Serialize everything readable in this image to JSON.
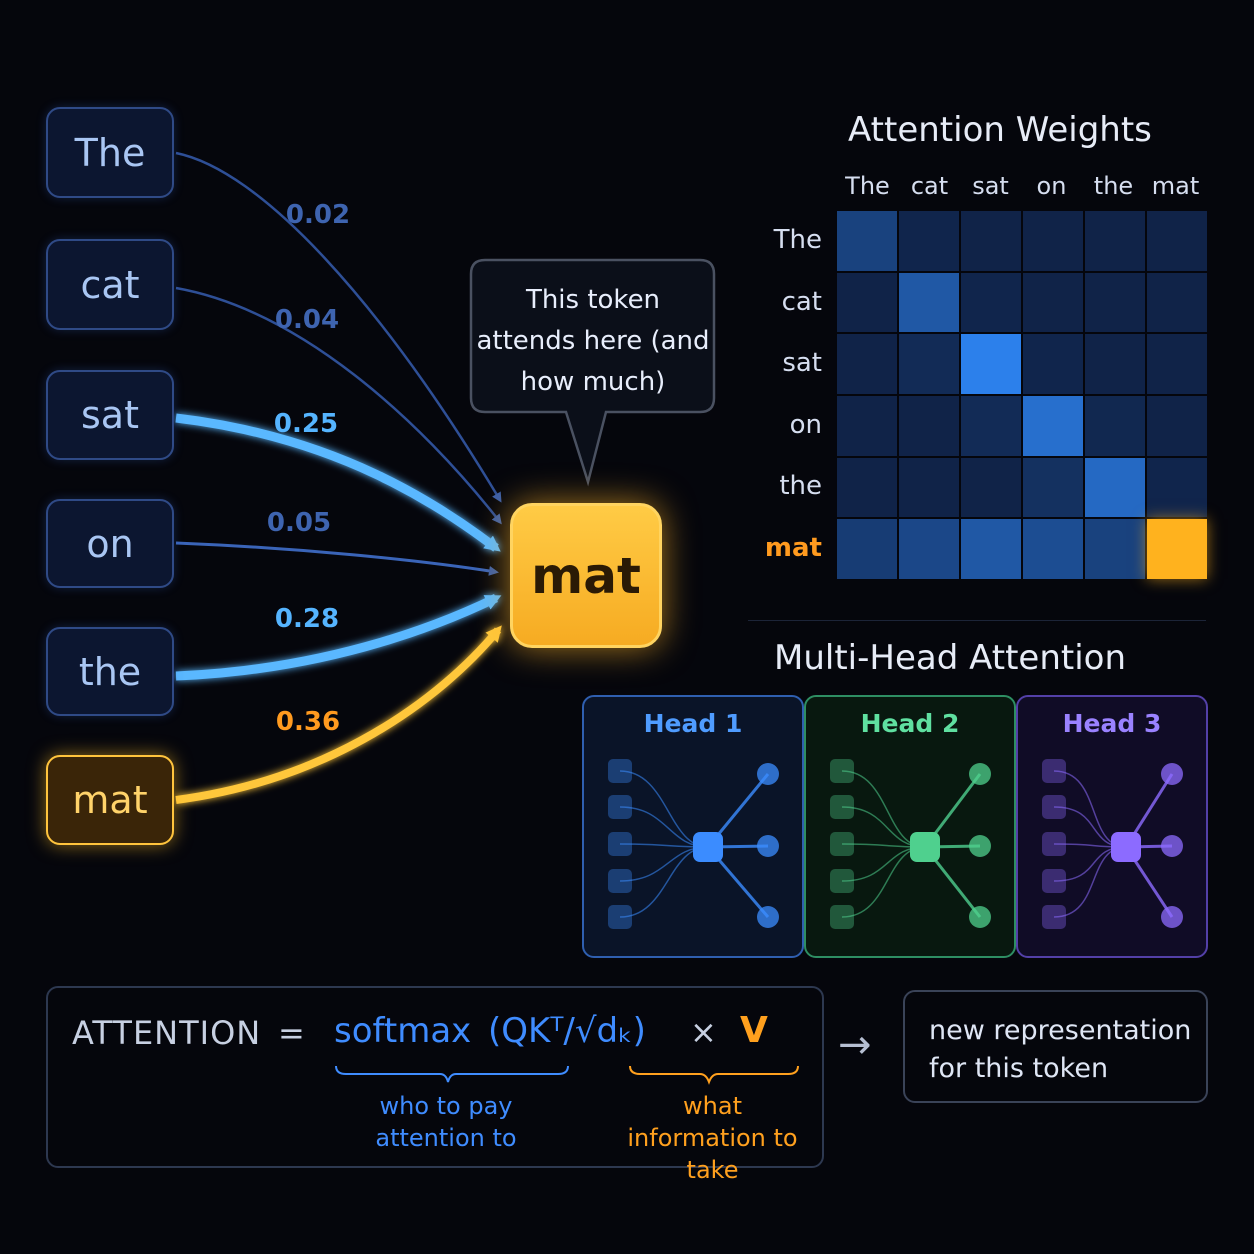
{
  "tokens": [
    {
      "word": "The",
      "weight": "0.02"
    },
    {
      "word": "cat",
      "weight": "0.04"
    },
    {
      "word": "sat",
      "weight": "0.25"
    },
    {
      "word": "on",
      "weight": "0.05"
    },
    {
      "word": "the",
      "weight": "0.28"
    },
    {
      "word": "mat",
      "weight": "0.36"
    }
  ],
  "focus_token": "mat",
  "callout": "This token attends here (and how much)",
  "heatmap": {
    "title": "Attention Weights",
    "columns": [
      "The",
      "cat",
      "sat",
      "on",
      "the",
      "mat"
    ],
    "rows": [
      "The",
      "cat",
      "sat",
      "on",
      "the",
      "mat"
    ],
    "highlight_row": "mat",
    "intensity": [
      [
        0.35,
        0.1,
        0.08,
        0.08,
        0.08,
        0.08
      ],
      [
        0.08,
        0.55,
        0.1,
        0.08,
        0.08,
        0.08
      ],
      [
        0.08,
        0.15,
        0.9,
        0.1,
        0.08,
        0.08
      ],
      [
        0.08,
        0.08,
        0.15,
        0.75,
        0.12,
        0.08
      ],
      [
        0.08,
        0.08,
        0.08,
        0.2,
        0.7,
        0.1
      ],
      [
        0.3,
        0.4,
        0.55,
        0.45,
        0.35,
        1.0
      ]
    ],
    "colors": {
      "low": "#0d1a38",
      "high": "#2f8bff",
      "selected": "#ffb21e"
    }
  },
  "multi_head": {
    "title": "Multi-Head Attention",
    "heads": [
      {
        "label": "Head 1",
        "color": "#3b8cff"
      },
      {
        "label": "Head 2",
        "color": "#4fd08e"
      },
      {
        "label": "Head 3",
        "color": "#8c6bff"
      }
    ]
  },
  "formula": {
    "attention": "ATTENTION",
    "equals": "=",
    "softmax": "softmax",
    "qk_term": "(QKᵀ/√dₖ)",
    "times": "×",
    "v": "V",
    "note_left": "who to pay attention to",
    "note_right": "what information to take"
  },
  "output": {
    "arrow": "→",
    "text": "new representation for this token"
  }
}
